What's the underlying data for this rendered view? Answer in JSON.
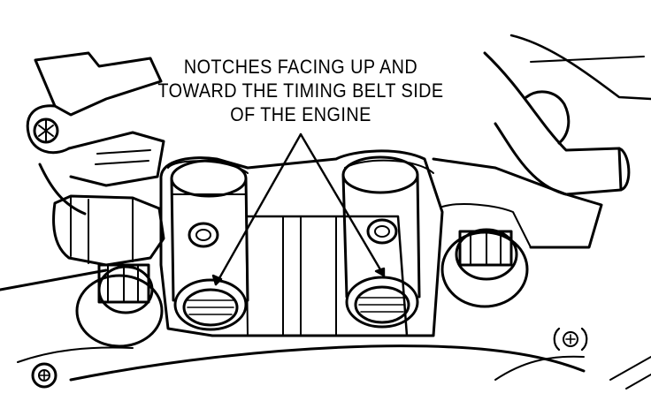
{
  "callout": {
    "lines": [
      "NOTCHES FACING UP AND",
      "TOWARD THE TIMING BELT SIDE",
      "OF THE ENGINE"
    ]
  },
  "colors": {
    "ink": "#000000",
    "paper": "#ffffff"
  }
}
